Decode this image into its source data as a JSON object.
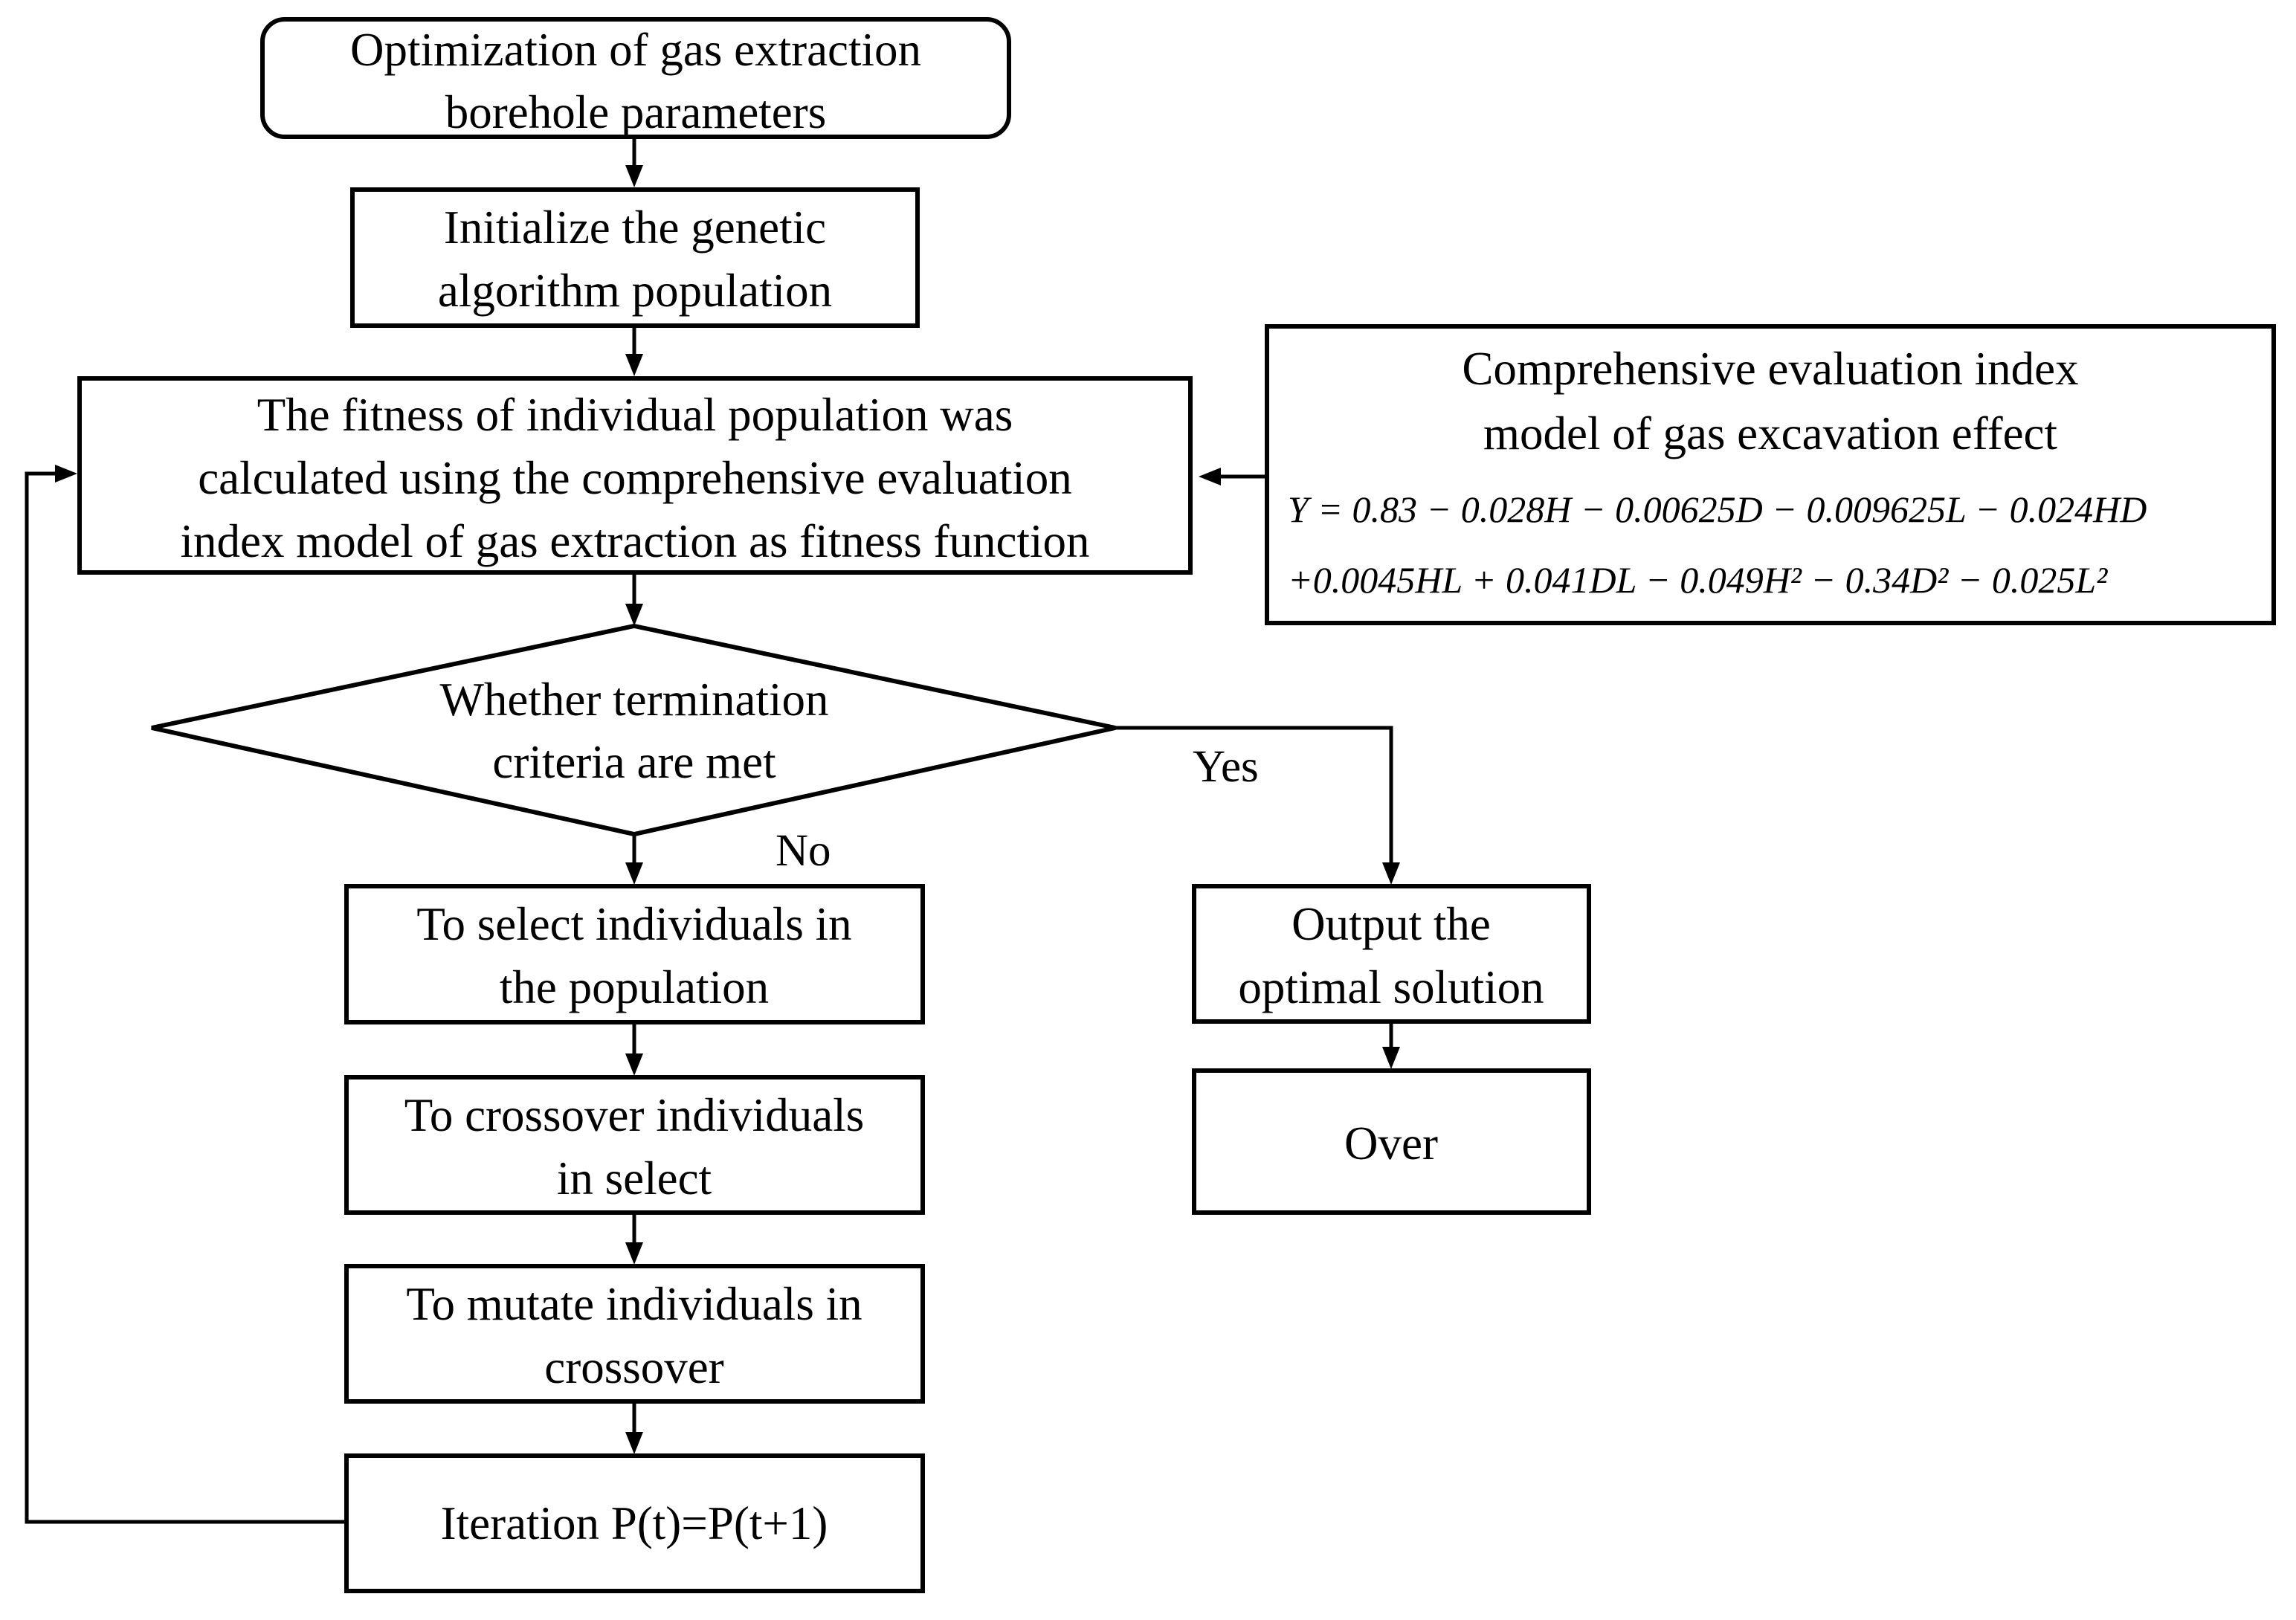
{
  "nodes": {
    "start": {
      "lines": [
        "Optimization of gas extraction",
        "borehole parameters"
      ]
    },
    "init": {
      "lines": [
        "Initialize the genetic",
        "algorithm population"
      ]
    },
    "fitness": {
      "lines": [
        "The fitness of individual population was",
        "calculated using the comprehensive evaluation",
        "index model of gas extraction as fitness function"
      ]
    },
    "model": {
      "lines": [
        "Comprehensive evaluation index",
        "model of gas excavation effect"
      ],
      "equation_line1": "Y = 0.83 − 0.028H − 0.00625D − 0.009625L − 0.024HD",
      "equation_line2": "+0.0045HL + 0.041DL − 0.049H² − 0.34D² − 0.025L²"
    },
    "decision": {
      "lines": [
        "Whether termination",
        "criteria are met"
      ]
    },
    "select": {
      "lines": [
        "To select individuals in",
        "the population"
      ]
    },
    "crossover": {
      "lines": [
        "To crossover individuals",
        "in select"
      ]
    },
    "mutate": {
      "lines": [
        "To mutate individuals in",
        "crossover"
      ]
    },
    "iteration": {
      "text": "Iteration P(t)=P(t+1)"
    },
    "output": {
      "lines": [
        "Output the",
        "optimal solution"
      ]
    },
    "over": {
      "text": "Over"
    }
  },
  "edge_labels": {
    "yes": "Yes",
    "no": "No"
  }
}
